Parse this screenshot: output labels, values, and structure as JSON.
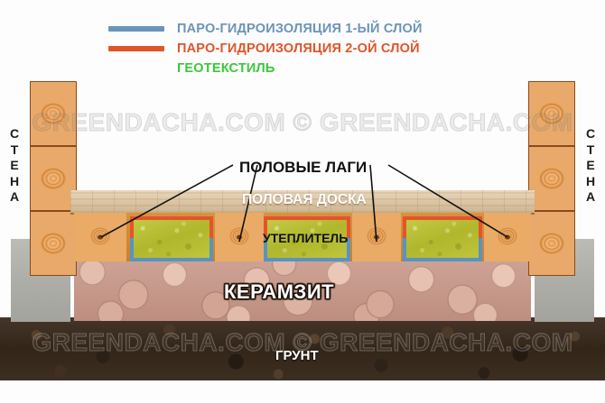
{
  "legend": {
    "items": [
      {
        "label": "ПАРО-ГИДРОИЗОЛЯЦИЯ 1-ЫЙ СЛОЙ",
        "color": "#6b94b8",
        "text_color": "#6b94b8",
        "has_line": true
      },
      {
        "label": "ПАРО-ГИДРОИЗОЛЯЦИЯ 2-ОЙ СЛОЙ",
        "color": "#e0542a",
        "text_color": "#e0542a",
        "has_line": true
      },
      {
        "label": "ГЕОТЕКСТИЛЬ",
        "color": "#3cc63c",
        "text_color": "#3cc63c",
        "has_line": false
      }
    ]
  },
  "walls": {
    "left_label": "СТЕНА",
    "right_label": "СТЕНА"
  },
  "labels": {
    "joists": "ПОЛОВЫЕ ЛАГИ",
    "floorboard": "ПОЛОВАЯ ДОСКА",
    "insulation": "УТЕПЛИТЕЛЬ",
    "expanded_clay": "КЕРАМЗИТ",
    "soil": "ГРУНТ"
  },
  "watermark": {
    "top": "GREENDACHA.COM © GREENDACHA.COM",
    "bottom": "GREENDACHA.COM © GREENDACHA.COM"
  },
  "colors": {
    "vapor_barrier_layer1": "#6b94b8",
    "vapor_barrier_layer2": "#e0542a",
    "geotextile": "#3cc63c",
    "insulation": "#bcc23a",
    "wood": "#d9923f",
    "floorboard": "#d9c5a4",
    "concrete": "#b2b2ac",
    "soil": "#3a2d22",
    "expanded_clay": "#c49a8d"
  }
}
